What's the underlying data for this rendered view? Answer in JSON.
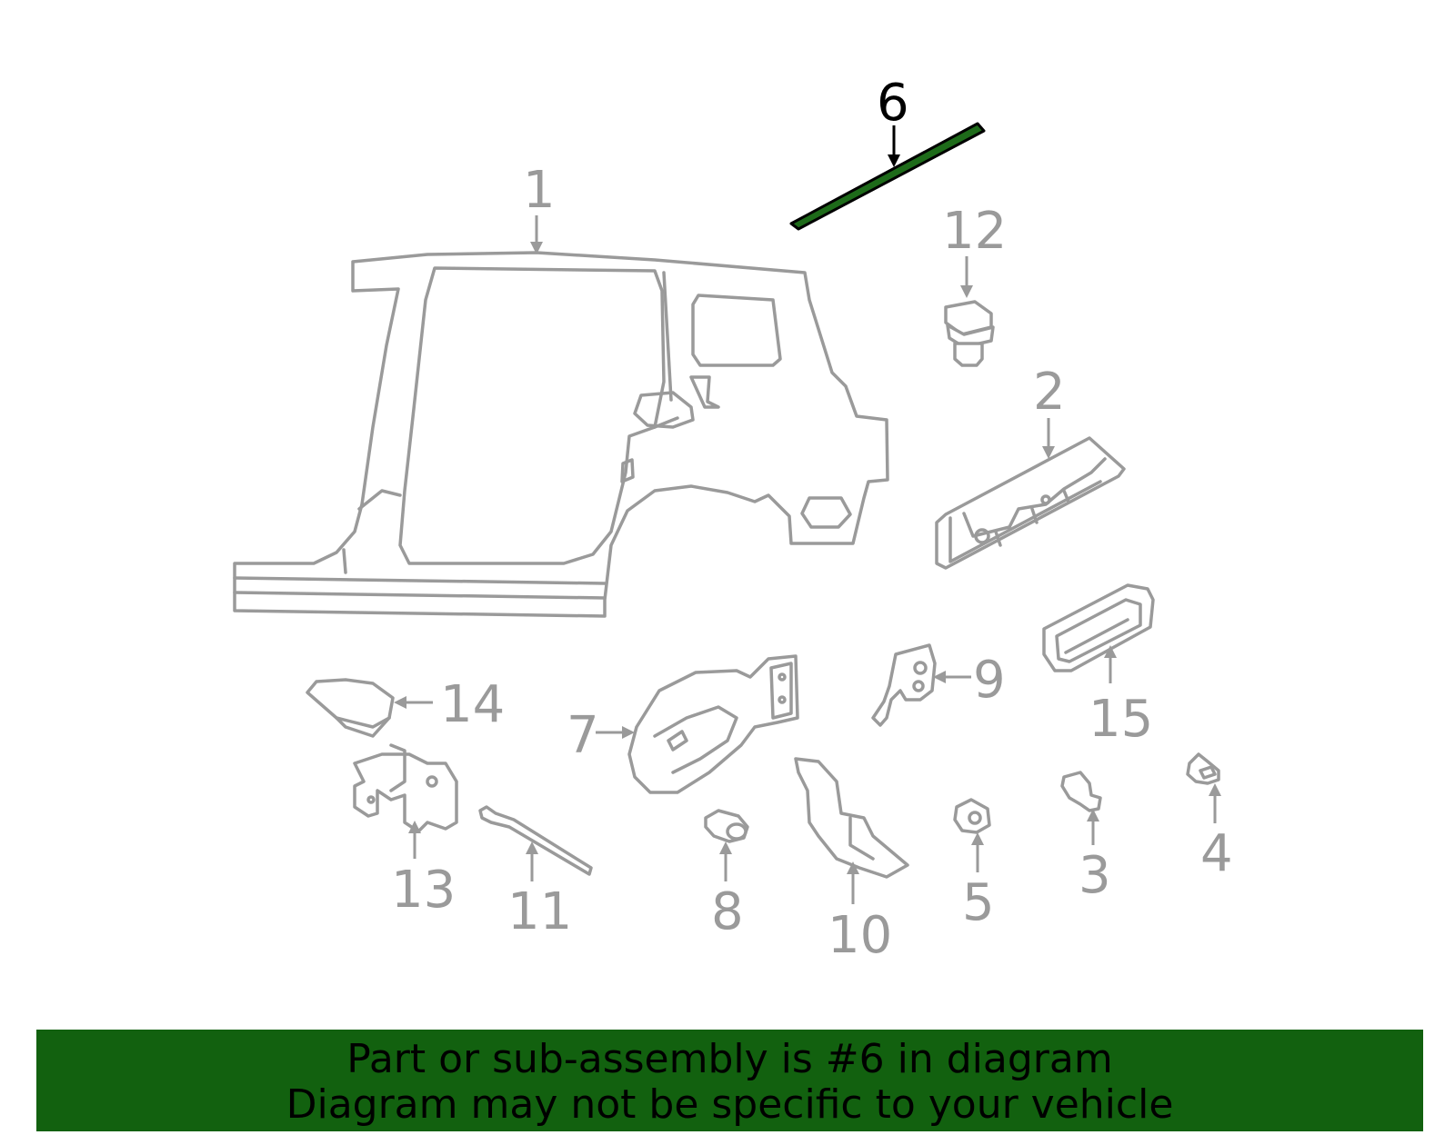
{
  "callouts": {
    "c1": "1",
    "c2": "2",
    "c3": "3",
    "c4": "4",
    "c5": "5",
    "c6": "6",
    "c7": "7",
    "c8": "8",
    "c9": "9",
    "c10": "10",
    "c11": "11",
    "c12": "12",
    "c13": "13",
    "c14": "14",
    "c15": "15"
  },
  "highlighted_part": "6",
  "banner": {
    "line1": "Part or sub-assembly is #6 in diagram",
    "line2": "Diagram may not be specific to your vehicle"
  },
  "colors": {
    "highlight_part": "#1e6b1a",
    "banner_bg": "#12610f",
    "line_art": "#9a9a9a"
  }
}
